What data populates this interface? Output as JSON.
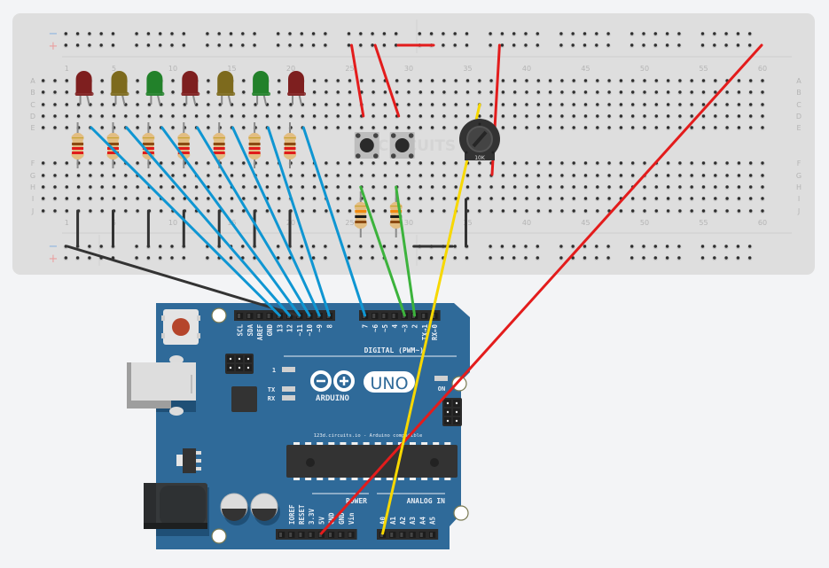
{
  "app": {
    "title": "123D Circuits - Arduino breadboard simulation",
    "watermark": "CIRCUITS"
  },
  "breadboard": {
    "rows_top": [
      "A",
      "B",
      "C",
      "D",
      "E"
    ],
    "rows_bottom": [
      "F",
      "G",
      "H",
      "I",
      "J"
    ],
    "column_labels": [
      "1",
      "5",
      "10",
      "15",
      "20",
      "25",
      "30",
      "35",
      "40",
      "45",
      "50",
      "55",
      "60"
    ],
    "columns": 62,
    "rail_minus_symbol": "−",
    "rail_plus_symbol": "+"
  },
  "components": {
    "leds": [
      {
        "color": "red",
        "hex": "#7e1f1f",
        "col": 2
      },
      {
        "color": "yellow",
        "hex": "#7d6a1d",
        "col": 5
      },
      {
        "color": "green",
        "hex": "#22812a",
        "col": 8
      },
      {
        "color": "red",
        "hex": "#7e1f1f",
        "col": 11
      },
      {
        "color": "yellow",
        "hex": "#7d6a1d",
        "col": 14
      },
      {
        "color": "green",
        "hex": "#22812a",
        "col": 17
      },
      {
        "color": "red",
        "hex": "#7e1f1f",
        "col": 20
      }
    ],
    "led_resistors": [
      2,
      5,
      8,
      11,
      14,
      17,
      20
    ],
    "buttons": [
      26,
      29
    ],
    "button_resistors": [
      26,
      29
    ],
    "potentiometer": {
      "label": "10K"
    }
  },
  "wires": {
    "colors": {
      "red": "#e31c1c",
      "blue": "#0f96d2",
      "green": "#3cb33c",
      "yellow": "#f7d800",
      "black": "#333333"
    }
  },
  "arduino": {
    "brand": "ARDUINO",
    "model": "UNO",
    "subtitle": "123d.circuits.io - Arduino compatible",
    "section_digital": "DIGITAL (PWM~)",
    "section_power": "POWER",
    "section_analog": "ANALOG IN",
    "led_labels": {
      "l": "1",
      "tx": "TX",
      "rx": "RX",
      "on": "ON"
    },
    "digital_pins_left": [
      "SCL",
      "SDA",
      "AREF",
      "GND",
      "13",
      "12",
      "~11",
      "~10",
      "~9",
      "8"
    ],
    "digital_pins_right": [
      "7",
      "~6",
      "~5",
      "4",
      "~3",
      "2",
      "TX→1",
      "RX←0"
    ],
    "power_pins": [
      "IOREF",
      "RESET",
      "3.3V",
      "5V",
      "GND",
      "GND",
      "Vin"
    ],
    "analog_pins": [
      "A0",
      "A1",
      "A2",
      "A3",
      "A4",
      "A5"
    ],
    "colors": {
      "board": "#2f6a99",
      "board_dark": "#1f4f76",
      "header": "#2b2b2b"
    }
  }
}
